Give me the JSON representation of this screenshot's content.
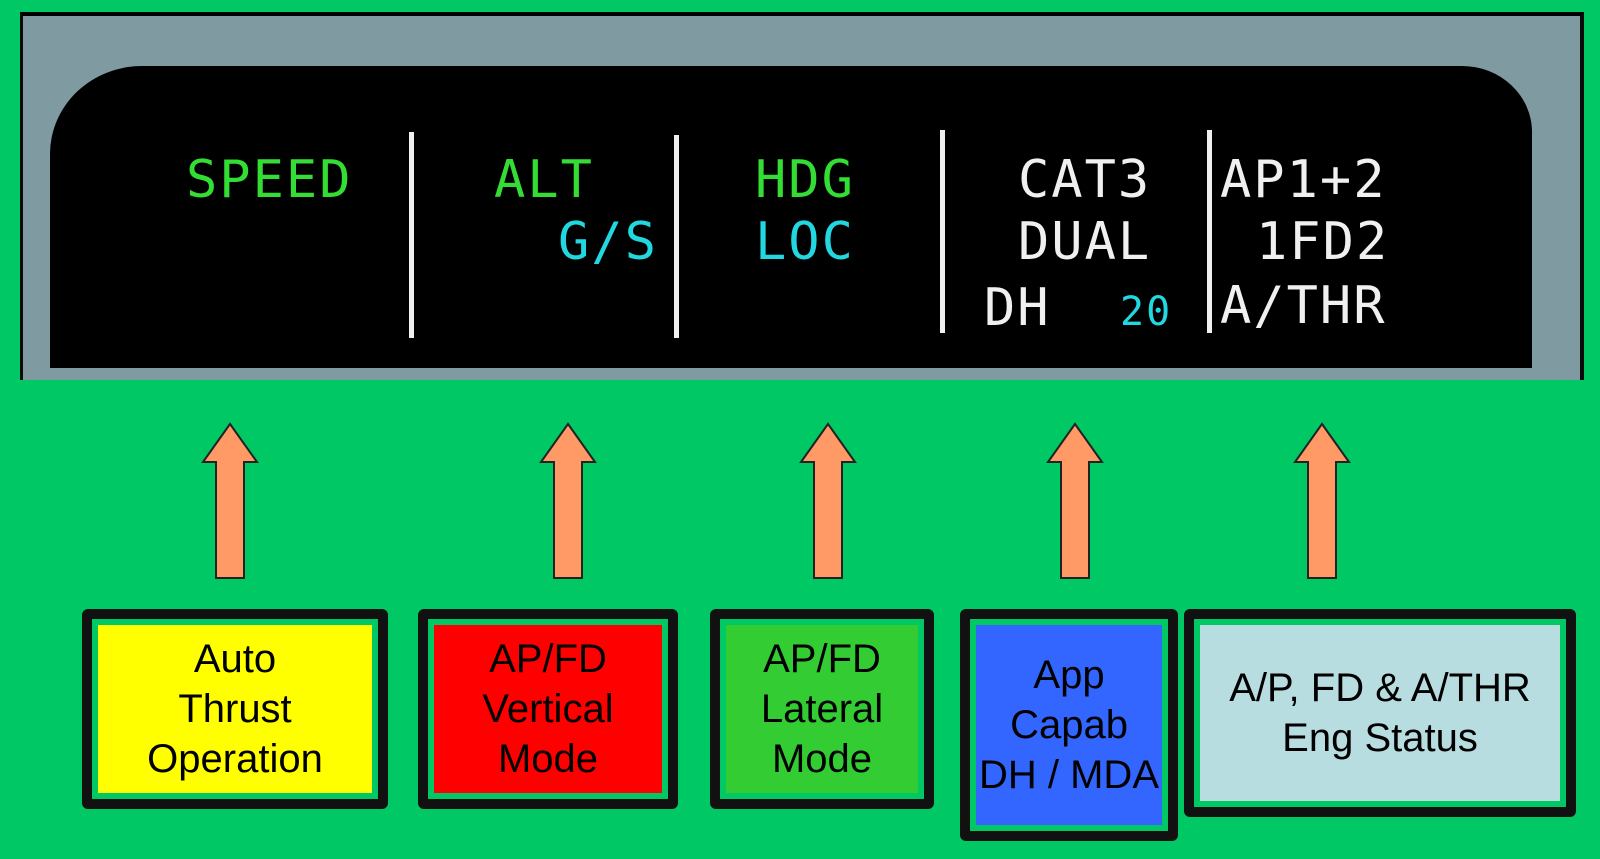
{
  "fma_display": {
    "speed_col": {
      "line1": "SPEED"
    },
    "vertical_col": {
      "line1": "ALT",
      "line2": "G/S"
    },
    "lateral_col": {
      "line1": "HDG",
      "line2": "LOC"
    },
    "approach_col": {
      "line1": "CAT3",
      "line2": "DUAL",
      "dh_label": "DH",
      "dh_value": "20"
    },
    "status_col": {
      "line1": "AP1+2",
      "line2": "1FD2",
      "line3": "A/THR"
    },
    "colors": {
      "engaged": "#33dd33",
      "armed": "#22d8e0",
      "status": "#f0f0f0",
      "background": "#000000"
    }
  },
  "legend_boxes": [
    {
      "label": "Auto\nThrust\nOperation",
      "color": "#ffff00"
    },
    {
      "label": "AP/FD\nVertical\nMode",
      "color": "#ff0000"
    },
    {
      "label": "AP/FD\nLateral\nMode",
      "color": "#33cc33"
    },
    {
      "label": "App\nCapab\nDH / MDA",
      "color": "#3366ff"
    },
    {
      "label": "A/P, FD & A/THR\nEng Status",
      "color": "#b8dde0"
    }
  ],
  "arrow_color": "#ff9966"
}
